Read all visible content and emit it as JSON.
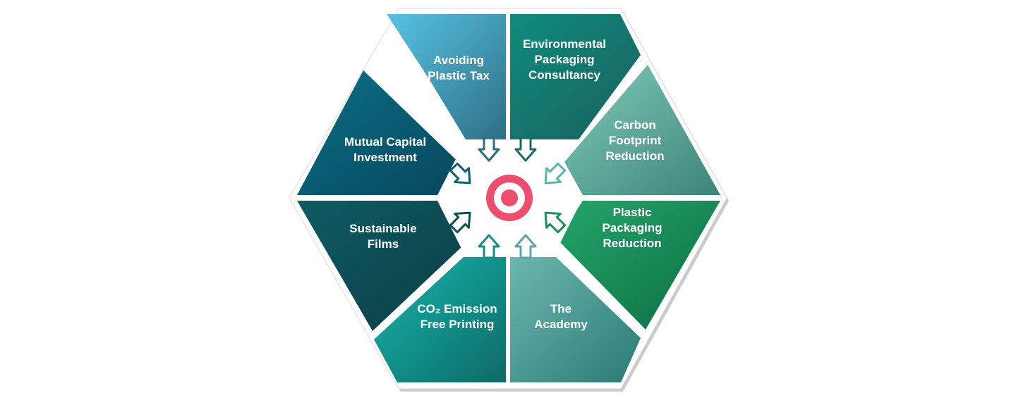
{
  "segments": [
    {
      "id": "plastic-tax",
      "lines": [
        "Avoiding",
        "Plastic Tax"
      ],
      "colors": [
        "#56c4e3",
        "#2f6f86"
      ]
    },
    {
      "id": "packaging-consultancy",
      "lines": [
        "Environmental",
        "Packaging",
        "Consultancy"
      ],
      "colors": [
        "#0f8c7c",
        "#1a5f5e"
      ]
    },
    {
      "id": "carbon-footprint",
      "lines": [
        "Carbon",
        "Footprint",
        "Reduction"
      ],
      "colors": [
        "#7fccb9",
        "#3e837a"
      ]
    },
    {
      "id": "plastic-packaging",
      "lines": [
        "Plastic",
        "Packaging",
        "Reduction"
      ],
      "colors": [
        "#23a56b",
        "#0d6d42"
      ]
    },
    {
      "id": "academy",
      "lines": [
        "The",
        "Academy"
      ],
      "colors": [
        "#6bb8b0",
        "#2b7a75"
      ]
    },
    {
      "id": "co2-printing",
      "lines": [
        "CO₂ Emission",
        "Free Printing"
      ],
      "colors": [
        "#13b7ad",
        "#0f6966"
      ]
    },
    {
      "id": "sustainable-films",
      "lines": [
        "Sustainable",
        "Films"
      ],
      "colors": [
        "#0f5c63",
        "#0b3c45"
      ]
    },
    {
      "id": "capital-investment",
      "lines": [
        "Mutual Capital",
        "Investment"
      ],
      "colors": [
        "#0a6f86",
        "#07475d"
      ]
    }
  ],
  "colors": {
    "outline": "#ffffff",
    "shadow": "#9aa0a6",
    "target": "#ee4d6e",
    "arrow_stroke": "#1f5e68"
  },
  "icons": {
    "center": "target-icon",
    "arrow": "arrow-icon"
  }
}
